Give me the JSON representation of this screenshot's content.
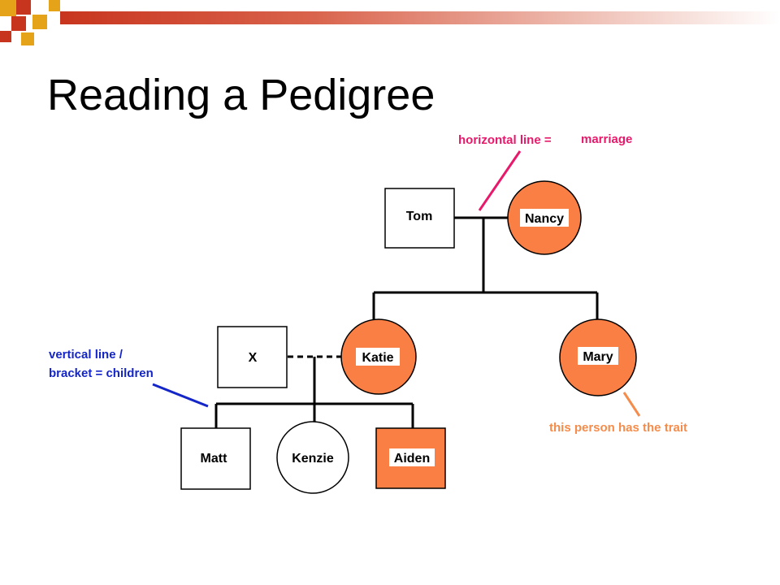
{
  "slide": {
    "title": "Reading a Pedigree"
  },
  "colors": {
    "affected": "#FA7F45",
    "magenta": "#E8196B",
    "blue": "#1426C8",
    "orange": "#F58C4B",
    "deco_red": "#C8351E",
    "deco_gold": "#E5A319"
  },
  "people": {
    "tom": {
      "name": "Tom",
      "shape": "square",
      "affected": false
    },
    "nancy": {
      "name": "Nancy",
      "shape": "circle",
      "affected": true
    },
    "katie": {
      "name": "Katie",
      "shape": "circle",
      "affected": true
    },
    "mary": {
      "name": "Mary",
      "shape": "circle",
      "affected": true
    },
    "x": {
      "name": "X",
      "shape": "square",
      "affected": false
    },
    "matt": {
      "name": "Matt",
      "shape": "square",
      "affected": false
    },
    "kenzie": {
      "name": "Kenzie",
      "shape": "circle",
      "affected": false
    },
    "aiden": {
      "name": "Aiden",
      "shape": "square",
      "affected": true
    }
  },
  "annotations": {
    "marriage_left": "horizontal line =",
    "marriage_right": "marriage",
    "children_line1": "vertical line /",
    "children_line2": "bracket = children",
    "trait": "this person has the trait"
  }
}
